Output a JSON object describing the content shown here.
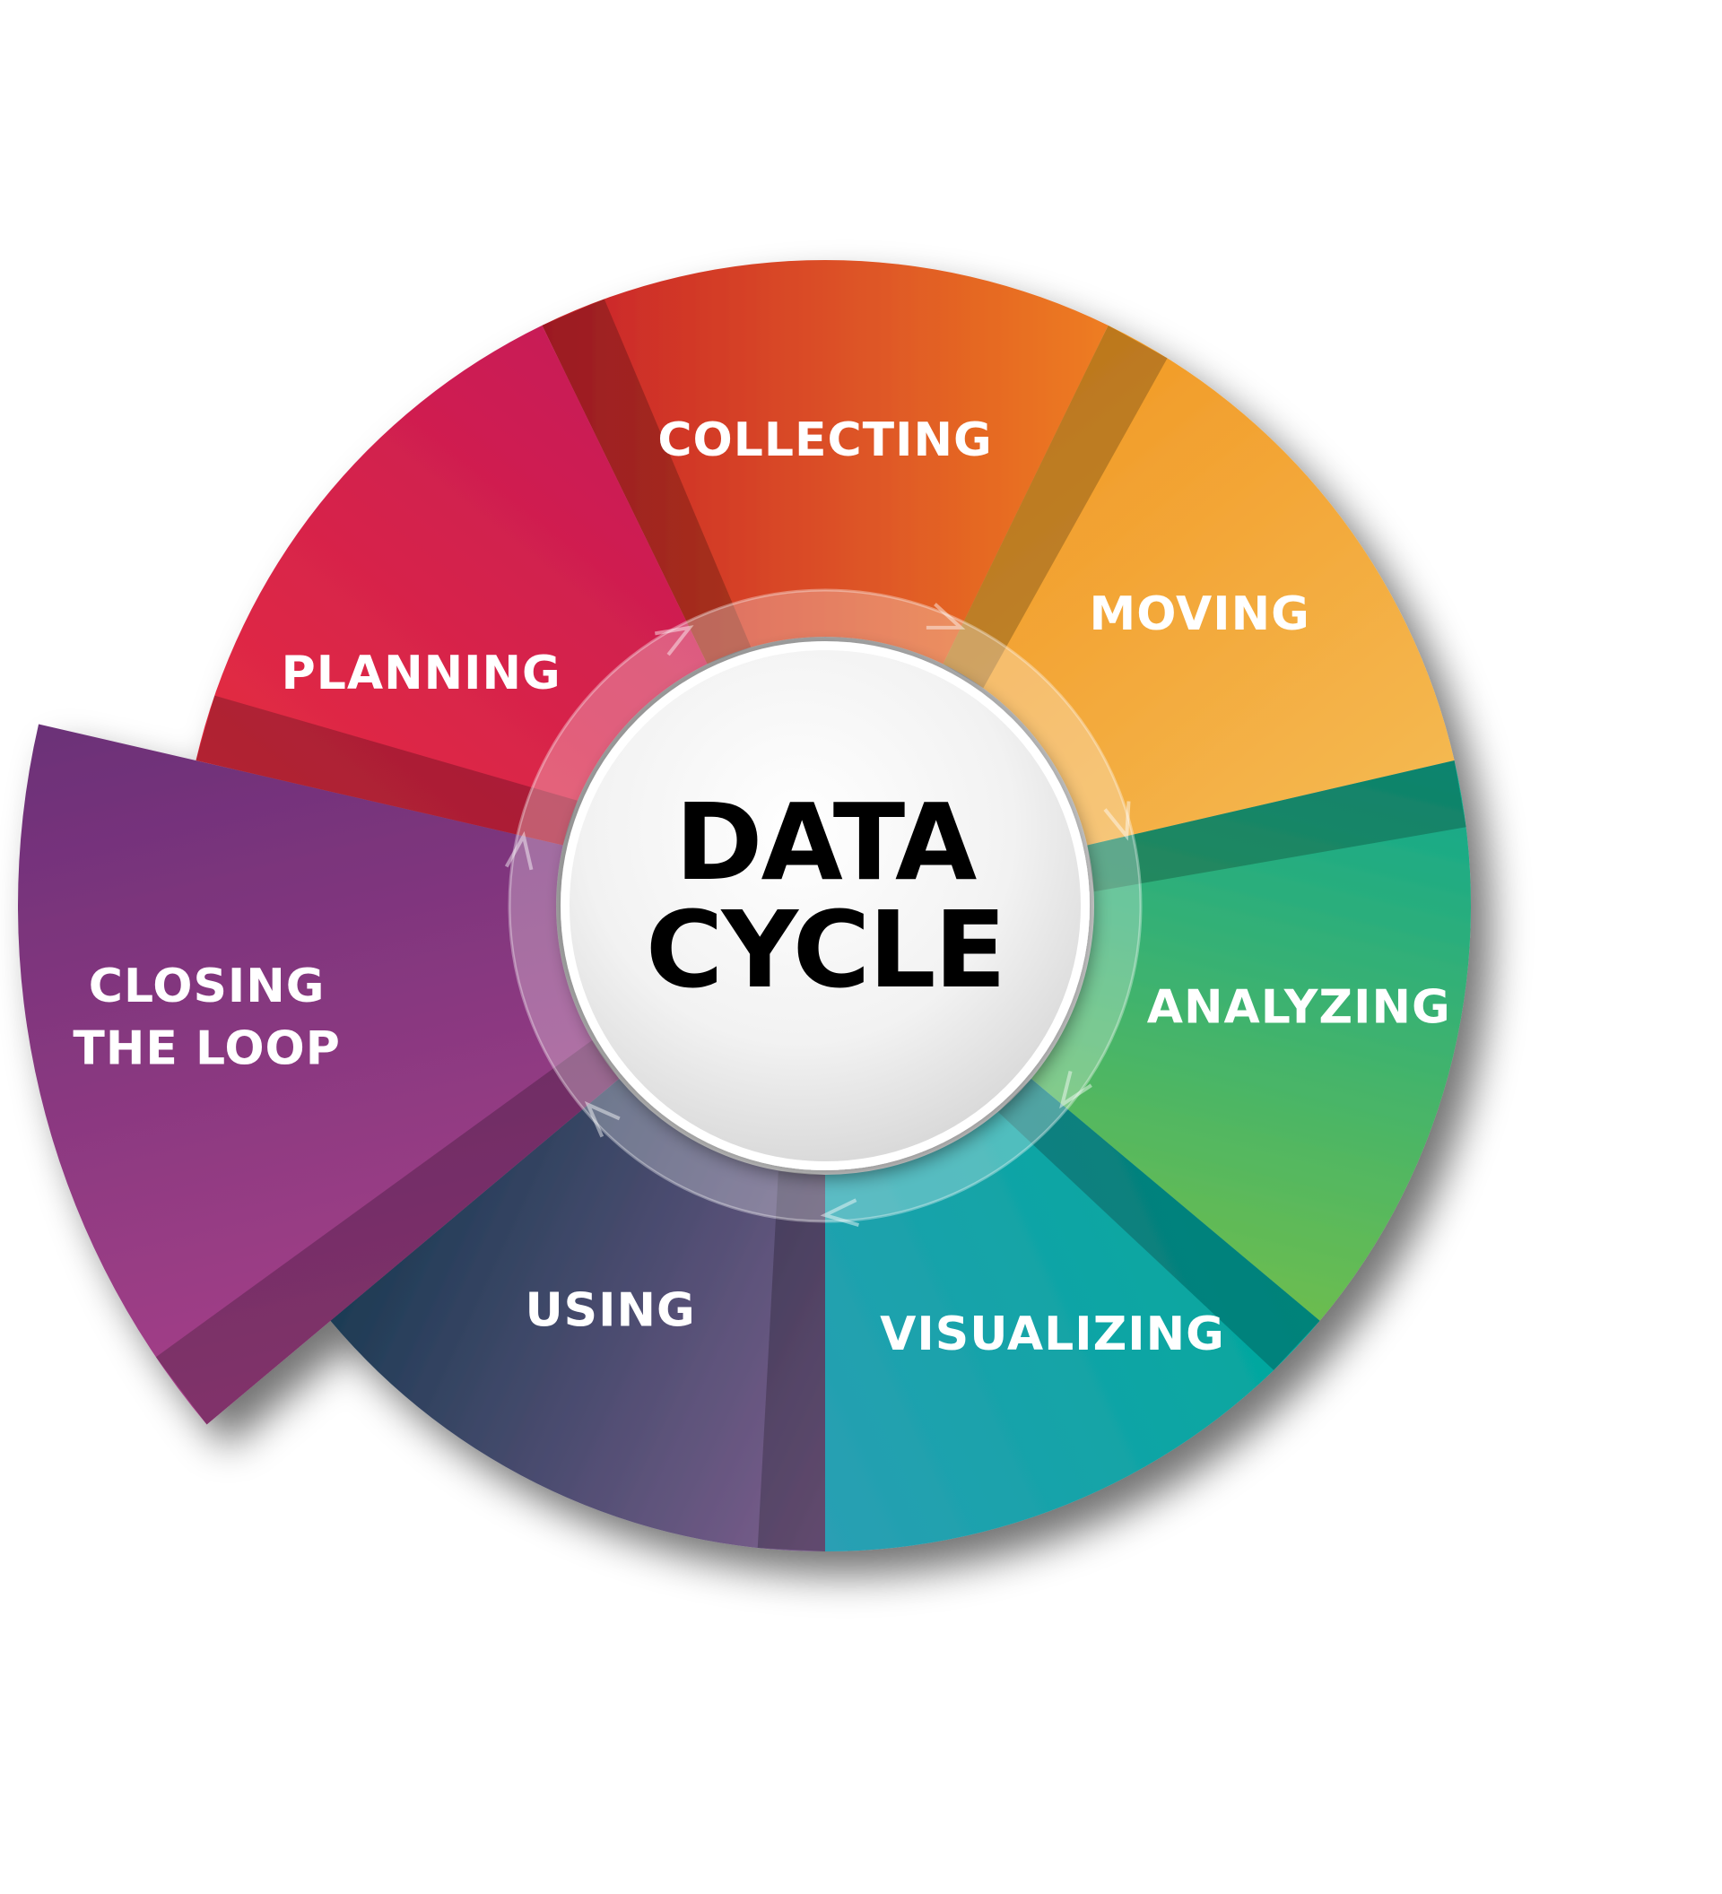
{
  "center": {
    "line1": "DATA",
    "line2": "CYCLE"
  },
  "segments": [
    {
      "id": "collecting",
      "lines": [
        "COLLECTING"
      ],
      "color_start": "#c8202a",
      "color_end": "#ee7d22"
    },
    {
      "id": "moving",
      "lines": [
        "MOVING"
      ],
      "color_start": "#f29a26",
      "color_end": "#f4b850"
    },
    {
      "id": "analyzing",
      "lines": [
        "ANALYZING"
      ],
      "color_start": "#10a88e",
      "color_end": "#6cbd4f"
    },
    {
      "id": "visualizing",
      "lines": [
        "VISUALIZING"
      ],
      "color_start": "#00a89c",
      "color_end": "#2a9fb4"
    },
    {
      "id": "using",
      "lines": [
        "USING"
      ],
      "color_start": "#7e5f8e",
      "color_end": "#1d3b54"
    },
    {
      "id": "closing-the-loop",
      "lines": [
        "CLOSING",
        "THE LOOP"
      ],
      "color_start": "#a64088",
      "color_end": "#6b3078"
    },
    {
      "id": "planning",
      "lines": [
        "PLANNING"
      ],
      "color_start": "#e42c40",
      "color_end": "#c81a56"
    }
  ]
}
